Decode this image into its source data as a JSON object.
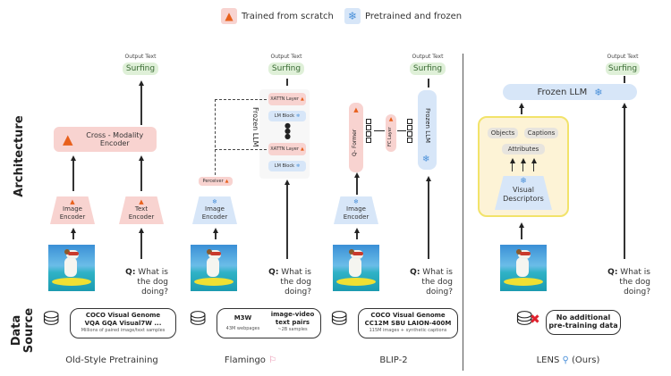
{
  "legend": {
    "trained": {
      "icon": "fire-icon",
      "label": "Trained from scratch"
    },
    "frozen": {
      "icon": "snowflake-icon",
      "label": "Pretrained and frozen"
    }
  },
  "row_labels": {
    "architecture": "Architecture",
    "data_source": "Data Source"
  },
  "common": {
    "output_label": "Output Text",
    "output_value": "Surfing",
    "question_prefix": "Q:",
    "question_text": "What is the dog doing?",
    "image_encoder": "Image Encoder"
  },
  "panels": {
    "old_style": {
      "name": "Old-Style Pretraining",
      "cross_modality": "Cross - Modality Encoder",
      "image_encoder": "Image Encoder",
      "text_encoder": "Text Encoder",
      "data": {
        "line1": "COCO   Visual Genome",
        "line2": "VQA   GQA   Visual7W ...",
        "note": "Millions of paired image/text samples"
      }
    },
    "flamingo": {
      "name": "Flamingo",
      "perceiver": "Perceiver",
      "frozen_llm": "Frozen LLM",
      "xattn": "XATTN Layer",
      "lm_block": "LM Block",
      "image_encoder": "Image Encoder",
      "data": {
        "left_title": "M3W",
        "left_note": "43M webpages",
        "right_title": "image-video text pairs",
        "right_note": "~2B samples"
      }
    },
    "blip2": {
      "name": "BLIP-2",
      "qformer": "Q- Former",
      "fc_layer": "FC Layer",
      "frozen_llm": "Frozen LLM",
      "image_encoder": "Image Encoder",
      "data": {
        "line1": "COCO   Visual Genome",
        "line2": "CC12M   SBU   LAION-400M",
        "note": "115M images + synthetic captions"
      }
    },
    "lens": {
      "name": "LENS",
      "suffix": "(Ours)",
      "frozen_llm": "Frozen LLM",
      "objects": "Objects",
      "captions": "Captions",
      "attributes": "Attributes",
      "visual_descriptors": "Visual Descriptors",
      "data": {
        "line1": "No additional",
        "line2": "pre-training data"
      }
    }
  },
  "colors": {
    "trained": "#f8d3d0",
    "frozen": "#d7e6f8",
    "output": "#dff0d8",
    "lens_box": "#fdf3d6",
    "lens_border": "#f2e36a"
  }
}
